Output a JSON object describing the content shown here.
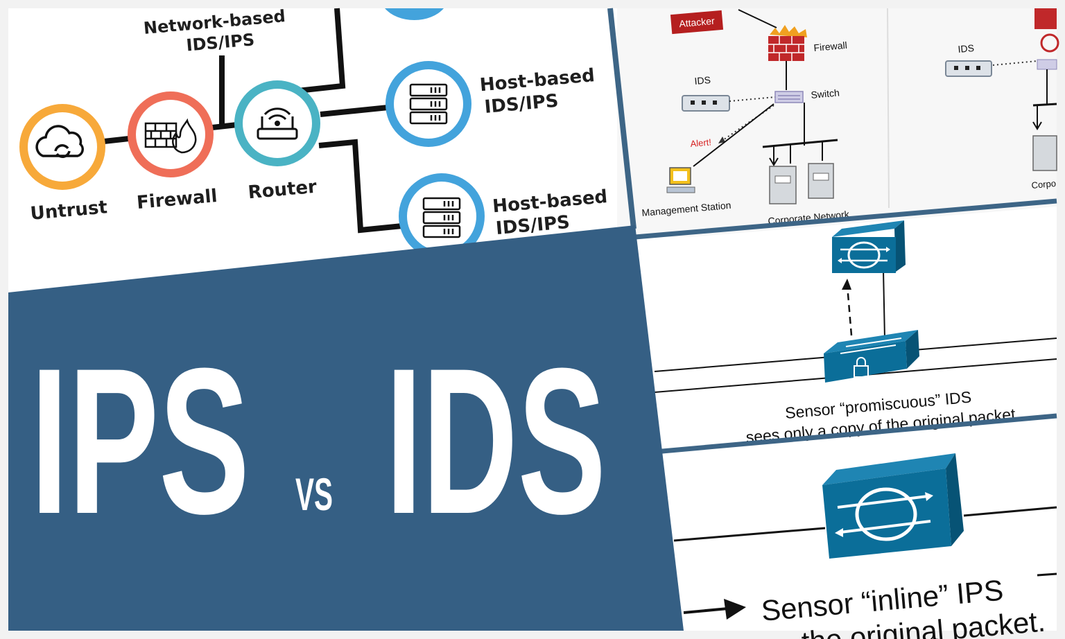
{
  "colors": {
    "banner": "#355f84",
    "divider": "#3d6586",
    "cisco_blue": "#0b6e99",
    "untrust_ring": "#f7a93a",
    "firewall_ring": "#ef6e58",
    "router_ring": "#4ab3c4",
    "host_ring": "#43a3dc",
    "alert_red": "#d62020",
    "attacker_box": "#b51f1f",
    "title_text": "#ffffff"
  },
  "topology": {
    "network_label_line1": "Network-based",
    "network_label_line2": "IDS/IPS",
    "nodes": [
      {
        "id": "untrust",
        "label": "Untrust",
        "icon": "cloud-sync-icon"
      },
      {
        "id": "firewall",
        "label": "Firewall",
        "icon": "firewall-brick-icon"
      },
      {
        "id": "router",
        "label": "Router",
        "icon": "wifi-router-icon"
      }
    ],
    "hosts": [
      {
        "line1": "Host-based",
        "line2": "IDS/IPS",
        "icon": "server-rack-icon"
      },
      {
        "line1": "Host-based",
        "line2": "IDS/IPS",
        "icon": "server-rack-icon"
      }
    ]
  },
  "ids_diagram": {
    "attacker": "Attacker",
    "firewall": "Firewall",
    "ids": "IDS",
    "switch": "Switch",
    "alert": "Alert!",
    "management": "Management Station",
    "corporate": "Corporate Network"
  },
  "ips_diagram": {
    "ids": "IDS",
    "corporate_partial": "Corpo"
  },
  "promiscuous": {
    "line1": "Sensor “promiscuous” IDS",
    "line2": "sees only a copy of the original packet."
  },
  "inline": {
    "line1": "Sensor “inline” IPS",
    "line2": "the original packet."
  },
  "title": {
    "left": "IPS",
    "vs": "VS",
    "right": "IDS"
  }
}
